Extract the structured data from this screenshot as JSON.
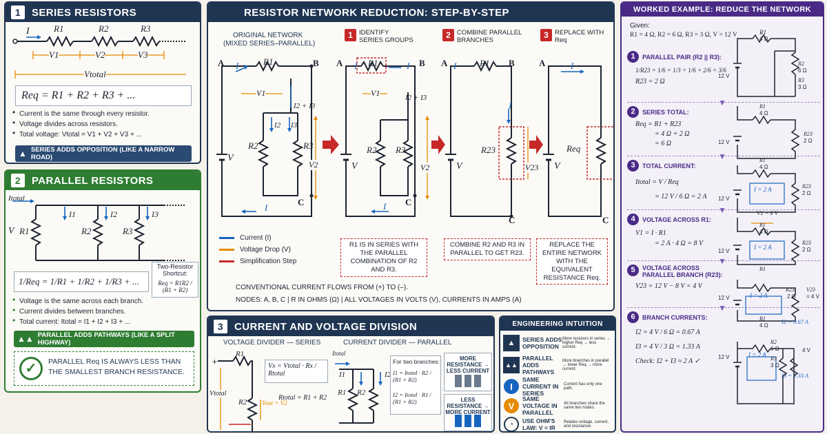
{
  "series": {
    "num": "1",
    "title": "SERIES RESISTORS",
    "formula": "Req = R1 + R2 + R3 + ...",
    "bullets": [
      "Current is the same through every resistor.",
      "Voltage divides across resistors.",
      "Total voltage: Vtotal = V1 + V2 + V3 + ..."
    ],
    "banner": "SERIES ADDS OPPOSITION (LIKE A NARROW ROAD)",
    "labels": {
      "i": "I",
      "r1": "R1",
      "r2": "R2",
      "r3": "R3",
      "v1": "V1",
      "v2": "V2",
      "v3": "V3",
      "vtotal": "Vtotal"
    }
  },
  "parallel": {
    "num": "2",
    "title": "PARALLEL RESISTORS",
    "formula": "1/Req = 1/R1 + 1/R2 + 1/R3 + ...",
    "shortcut_title": "Two-Resistor Shortcut:",
    "shortcut": "Req = R1R2 / (R1 + R2)",
    "bullets": [
      "Voltage is the same across each branch.",
      "Current divides between branches.",
      "Total current: Itotal = I1 + I2 + I3 + ..."
    ],
    "banner": "PARALLEL ADDS PATHWAYS (LIKE A SPLIT HIGHWAY)",
    "note": "PARALLEL Req IS ALWAYS LESS THAN THE SMALLEST BRANCH RESISTANCE.",
    "labels": {
      "itotal": "Itotal",
      "v": "V",
      "r1": "R1",
      "r2": "R2",
      "r3": "R3",
      "i1": "I1",
      "i2": "I2",
      "i3": "I3"
    }
  },
  "reduction": {
    "title": "RESISTOR NETWORK REDUCTION: STEP-BY-STEP",
    "original_title": "ORIGINAL NETWORK",
    "original_sub": "(MIXED SERIES–PARALLEL)",
    "steps": [
      {
        "num": "1",
        "label": "IDENTIFY SERIES GROUPS",
        "note": "R1 IS IN SERIES WITH THE PARALLEL COMBINATION OF R2 AND R3."
      },
      {
        "num": "2",
        "label": "COMBINE PARALLEL BRANCHES",
        "note": "COMBINE R2 AND R3 IN PARALLEL TO GET R23."
      },
      {
        "num": "3",
        "label": "REPLACE WITH Req",
        "note": "REPLACE THE ENTIRE NETWORK WITH THE EQUIVALENT RESISTANCE Req."
      }
    ],
    "legend": [
      "Current (I)",
      "Voltage Drop (V)",
      "Simplification Step"
    ],
    "legend_colors": [
      "#1565c0",
      "#e68a00",
      "#c62828"
    ],
    "footer1": "CONVENTIONAL CURRENT FLOWS FROM (+) TO (–).",
    "footer2": "NODES: A, B, C   |   R IN OHMS (Ω)   |   ALL VOLTAGES IN VOLTS (V), CURRENTS IN AMPS (A)",
    "nodes": {
      "a": "A",
      "b": "B",
      "c": "C"
    },
    "labels": {
      "i": "I",
      "r1": "R1",
      "r2": "R2",
      "r3": "R3",
      "r23": "R23",
      "req": "Req",
      "v": "V",
      "v1": "V1",
      "v2": "V2",
      "v23": "V23",
      "i2": "I2",
      "i3": "I3",
      "i23": "I2 + I3"
    }
  },
  "division": {
    "num": "3",
    "title": "CURRENT AND VOLTAGE DIVISION",
    "vd_title": "VOLTAGE DIVIDER — SERIES",
    "cd_title": "CURRENT DIVIDER — PARALLEL",
    "vx_formula": "Vx = Vtotal · Rx / Rtotal",
    "rtotal": "Rtotal = R1 + R2",
    "vout": "Vout = V2",
    "for_two": "For two branches:",
    "i1_formula": "I1 = Itotal · R2 / (R1 + R2)",
    "i2_formula": "I2 = Itotal · R1 / (R1 + R2)",
    "more_res": "MORE RESISTANCE → LESS CURRENT",
    "less_res": "LESS RESISTANCE → MORE CURRENT",
    "labels": {
      "vtotal": "Vtotal",
      "r1": "R1",
      "r2": "R2",
      "itotal": "Itotal",
      "i1": "I1",
      "i2": "I2"
    }
  },
  "intuition": {
    "title": "ENGINEERING INTUITION",
    "rows": [
      {
        "icon": "road-icon",
        "label": "SERIES ADDS OPPOSITION",
        "desc": "More resistors in series → higher Req → less current."
      },
      {
        "icon": "highway-icon",
        "label": "PARALLEL ADDS PATHWAYS",
        "desc": "More branches in parallel → lower Req → more current."
      },
      {
        "icon": "current-icon",
        "glyph": "I",
        "label": "SAME CURRENT IN SERIES",
        "desc": "Current has only one path."
      },
      {
        "icon": "voltage-icon",
        "glyph": "V",
        "label": "SAME VOLTAGE IN PARALLEL",
        "desc": "All branches share the same two nodes."
      },
      {
        "icon": "gauge-icon",
        "label": "USE OHM'S LAW: V = IR",
        "desc": "Relates voltage, current, and resistance."
      }
    ]
  },
  "worked": {
    "title": "WORKED EXAMPLE: REDUCE THE NETWORK",
    "given_title": "Given:",
    "given": "R1 = 4 Ω,  R2 = 6 Ω,  R3 = 3 Ω,  V = 12 V",
    "steps": [
      {
        "num": "1",
        "title": "PARALLEL PAIR (R2 || R3):",
        "lines": [
          "1/R23 = 1/6 + 1/3 = 1/6 + 2/6 = 3/6",
          "R23 = 2 Ω"
        ]
      },
      {
        "num": "2",
        "title": "SERIES TOTAL:",
        "lines": [
          "Req = R1 + R23",
          "= 4 Ω + 2 Ω",
          "= 6 Ω"
        ]
      },
      {
        "num": "3",
        "title": "TOTAL CURRENT:",
        "lines": [
          "Itotal = V / Req",
          "= 12 V / 6 Ω = 2 A"
        ]
      },
      {
        "num": "4",
        "title": "VOLTAGE ACROSS R1:",
        "lines": [
          "V1 = I · R1",
          "= 2 A · 4 Ω = 8 V"
        ]
      },
      {
        "num": "5",
        "title": "VOLTAGE ACROSS PARALLEL BRANCH (R23):",
        "lines": [
          "V23 = 12 V − 8 V = 4 V"
        ]
      },
      {
        "num": "6",
        "title": "BRANCH CURRENTS:",
        "lines": [
          "I2 = 4 V / 6 Ω = 0.67 A",
          "I3 = 4 V / 3 Ω = 1.33 A",
          "Check: I2 + I3 ≈ 2 A ✓"
        ]
      }
    ],
    "diagram_labels": {
      "r1": "R1",
      "r1v": "4 Ω",
      "r2": "R2",
      "r2v": "6 Ω",
      "r3": "R3",
      "r3v": "3 Ω",
      "r23": "R23",
      "r23v": "2 Ω",
      "v": "12 V",
      "i": "I = 2 A",
      "v1": "V1 = 8 V",
      "v23": "V23",
      "v23v": "= 4 V",
      "i2": "I2 = 0.67 A",
      "i3": "I3 = 1.33 A",
      "vsrc": "4 V"
    }
  }
}
